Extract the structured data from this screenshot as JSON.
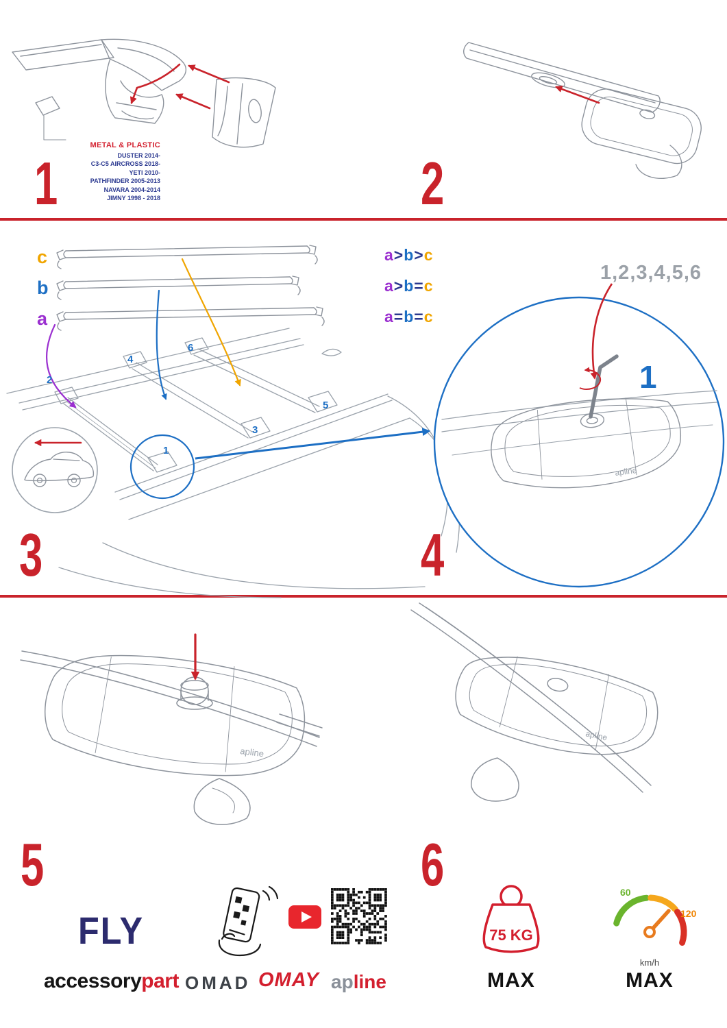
{
  "brand": {
    "product": "apline"
  },
  "steps": {
    "s1": {
      "num": "1",
      "material": "METAL & PLASTIC",
      "models": [
        "DUSTER 2014-",
        "C3-C5 AIRCROSS 2018-",
        "YETI 2010-",
        "PATHFINDER 2005-2013",
        "NAVARA 2004-2014",
        "JIMNY 1998 - 2018"
      ]
    },
    "s2": {
      "num": "2"
    },
    "s3": {
      "num": "3",
      "bars": [
        "c",
        "b",
        "a"
      ],
      "formulas": [
        "a>b>c",
        "a>b=c",
        "a=b=c"
      ],
      "positions": [
        "1",
        "2",
        "3",
        "4",
        "5",
        "6"
      ]
    },
    "s4": {
      "num": "4",
      "sequence": "1,2,3,4,5,6",
      "callout": "1"
    },
    "s5": {
      "num": "5"
    },
    "s6": {
      "num": "6"
    }
  },
  "footer": {
    "fly": "FLY",
    "accessory": "accessory",
    "part": "part",
    "omad": "OMAD",
    "omay": "OMAY",
    "apline_ap": "ap",
    "apline_line": "line",
    "weight_value": "75 KG",
    "weight_max": "MAX",
    "speed_low": "60",
    "speed_high": "120",
    "speed_unit": "km/h",
    "speed_max": "MAX"
  },
  "colors": {
    "red": "#c9232b",
    "blue": "#1d6fc4",
    "purple": "#9b30d0",
    "orange": "#f0a500",
    "navy": "#2b3990",
    "gray_line": "#8d939c"
  }
}
